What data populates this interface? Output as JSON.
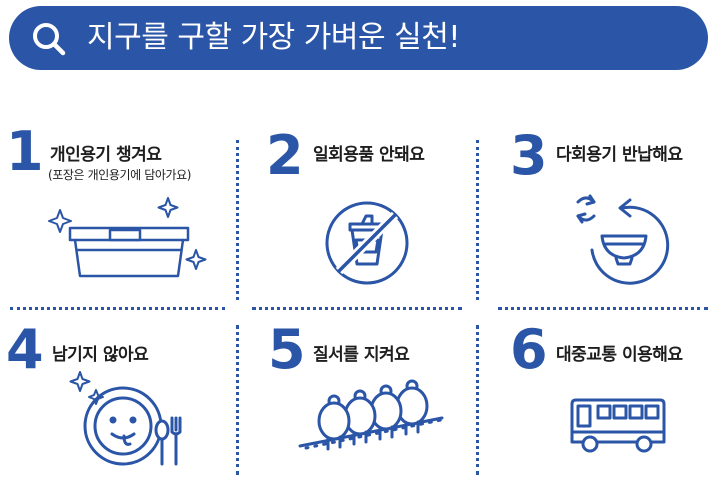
{
  "header": {
    "title": "지구를 구할 가장 가벼운 실천!",
    "icon": "search-icon"
  },
  "colors": {
    "primary": "#2b55a6",
    "text": "#1e1e1e",
    "background": "#ffffff"
  },
  "items": [
    {
      "number": "1",
      "label": "개인용기 챙겨요",
      "sub": "(포장은 개인용기에 담아가요)",
      "icon": "container-sparkle-icon"
    },
    {
      "number": "2",
      "label": "일회용품 안돼요",
      "icon": "no-disposable-cup-icon"
    },
    {
      "number": "3",
      "label": "다회용기 반납해요",
      "icon": "return-bowl-icon"
    },
    {
      "number": "4",
      "label": "남기지 않아요",
      "icon": "clean-plate-icon"
    },
    {
      "number": "5",
      "label": "질서를 지켜요",
      "icon": "queue-people-icon"
    },
    {
      "number": "6",
      "label": "대중교통 이용해요",
      "icon": "bus-icon"
    }
  ]
}
